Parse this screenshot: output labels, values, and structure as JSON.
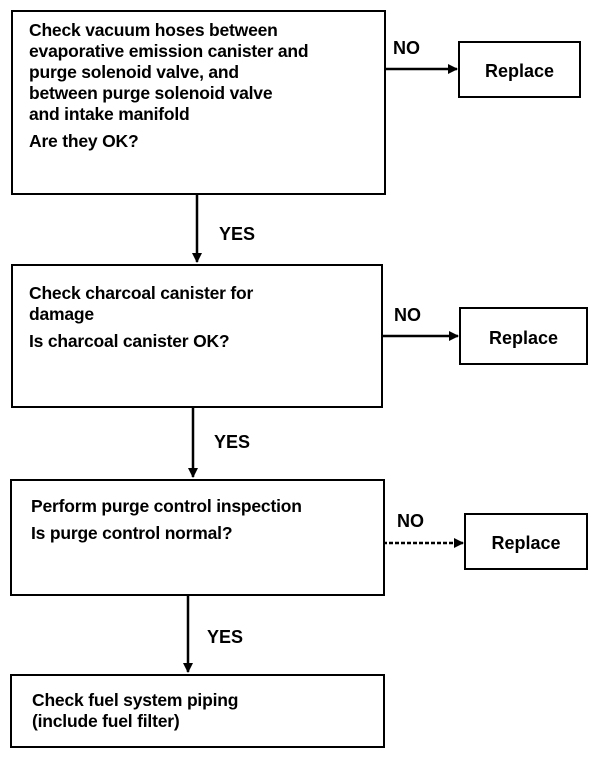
{
  "steps": [
    {
      "lines": [
        "Check vacuum hoses between",
        "evaporative emission canister and",
        "purge solenoid valve, and",
        "between purge solenoid valve",
        "and intake manifold"
      ],
      "question": "Are they OK?",
      "no_label": "NO",
      "no_action": "Replace",
      "yes_label": "YES"
    },
    {
      "lines": [
        "Check charcoal canister for",
        "damage"
      ],
      "question": "Is charcoal canister OK?",
      "no_label": "NO",
      "no_action": "Replace",
      "yes_label": "YES"
    },
    {
      "lines": [
        "Perform purge control inspection"
      ],
      "question": "Is purge control normal?",
      "no_label": "NO",
      "no_action": "Replace",
      "yes_label": "YES"
    }
  ],
  "final_step": {
    "lines": [
      "Check fuel system piping",
      "(include fuel  filter)"
    ]
  }
}
